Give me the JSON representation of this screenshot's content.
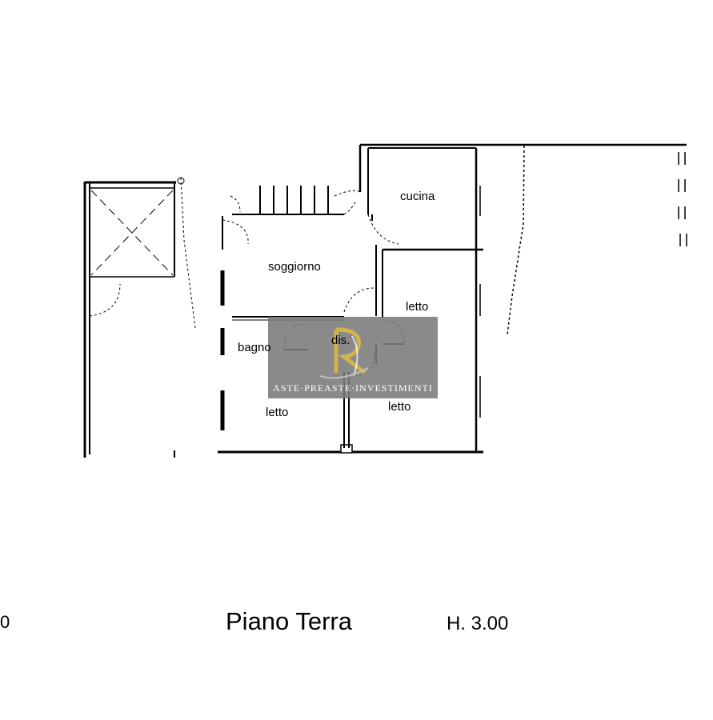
{
  "rooms": {
    "cucina": "cucina",
    "soggiorno": "soggiorno",
    "letto_upper": "letto",
    "dis": "dis.",
    "bagno": "bagno",
    "letto_left": "letto",
    "letto_right": "letto"
  },
  "floor": {
    "title": "Piano Terra",
    "height": "H. 3.00",
    "edge_mark": "0"
  },
  "watermark": {
    "text": "ASTE·PREASTE·INVESTIMENTI",
    "background": "#7a7a7a",
    "logo_color": "#d4b44a"
  }
}
